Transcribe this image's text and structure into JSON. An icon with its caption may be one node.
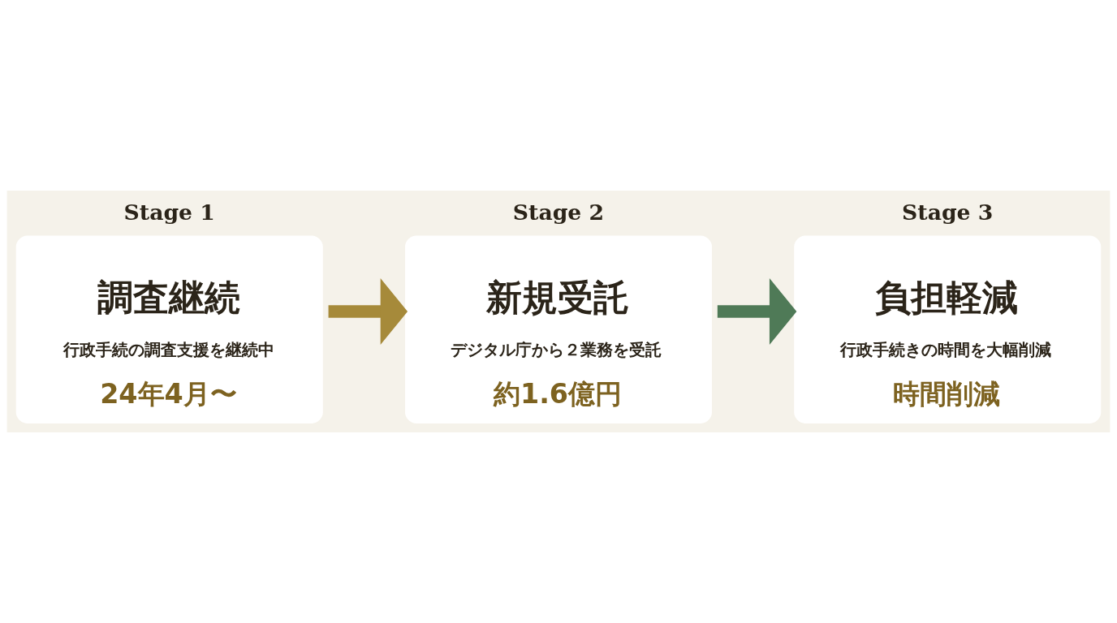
{
  "diagram": {
    "nodes": [
      {
        "text": [
          "Stage 1",
          "調査継続",
          "行政手続の調査支援を継続中",
          "24年4月〜"
        ]
      },
      {
        "text": [
          "Stage 2",
          "新規受託",
          "デジタル庁から２業務を受託",
          "約1.6億円"
        ]
      },
      {
        "text": [
          "Stage 3",
          "負担軽減",
          "行政手続きの時間を大幅削減",
          "時間削減"
        ]
      }
    ],
    "edges": [
      {
        "from": 0,
        "to": 1,
        "arrow": "to",
        "color": "#a68a3a"
      },
      {
        "from": 1,
        "to": 2,
        "arrow": "to",
        "color": "#4f7a57"
      }
    ]
  }
}
